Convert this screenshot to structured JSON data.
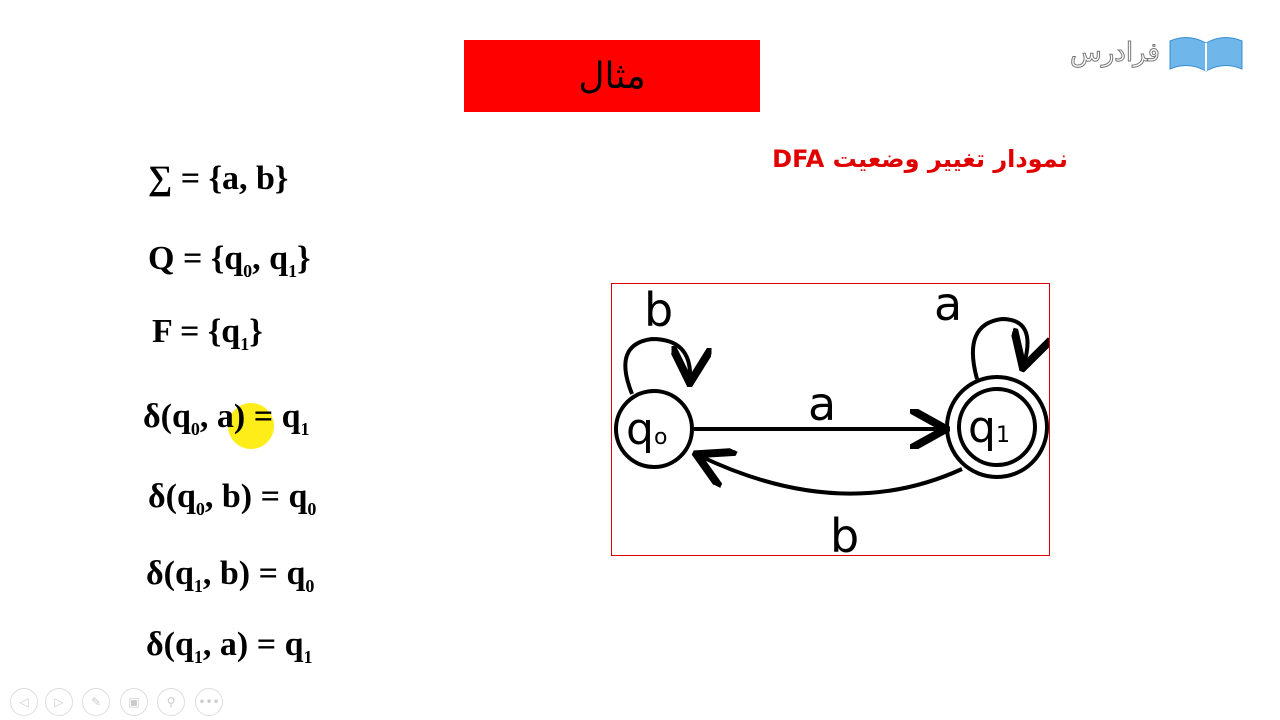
{
  "slide": {
    "title": "مثال",
    "subtitle": "نمودار تغییر وضعیت DFA",
    "logo_text": "فرادرس"
  },
  "formulas": {
    "sigma": {
      "lhs": "∑",
      "rhs": "= {a, b}"
    },
    "q": {
      "lhs": "Q",
      "rhs": "= {q",
      "s0": "0",
      "mid": ", q",
      "s1": "1",
      "end": "}"
    },
    "f": {
      "lhs": "F",
      "rhs": "= {q",
      "s1": "1",
      "end": "}"
    },
    "d1": {
      "a": "δ(q",
      "s": "0",
      "b": ", a) = q",
      "r": "1"
    },
    "d2": {
      "a": "δ(q",
      "s": "0",
      "b": ", b) = q",
      "r": "0"
    },
    "d3": {
      "a": "δ(q",
      "s": "1",
      "b": ", b) = q",
      "r": "0"
    },
    "d4": {
      "a": "δ(q",
      "s": "1",
      "b": ", a) = q",
      "r": "1"
    }
  },
  "diagram": {
    "states": [
      "q0",
      "q1"
    ],
    "state_labels": {
      "q0": "q",
      "q0_sub": "o",
      "q1": "q",
      "q1_sub": "1"
    },
    "accepting": [
      "q1"
    ],
    "transitions": [
      {
        "from": "q0",
        "to": "q0",
        "label": "b"
      },
      {
        "from": "q0",
        "to": "q1",
        "label": "a"
      },
      {
        "from": "q1",
        "to": "q1",
        "label": "a"
      },
      {
        "from": "q1",
        "to": "q0",
        "label": "b"
      }
    ]
  },
  "controls": [
    "previous",
    "next",
    "pen",
    "slides",
    "zoom",
    "more"
  ],
  "colors": {
    "title_bg": "#ff0000",
    "subtitle": "#e00000",
    "highlight": "#ffeb00"
  }
}
